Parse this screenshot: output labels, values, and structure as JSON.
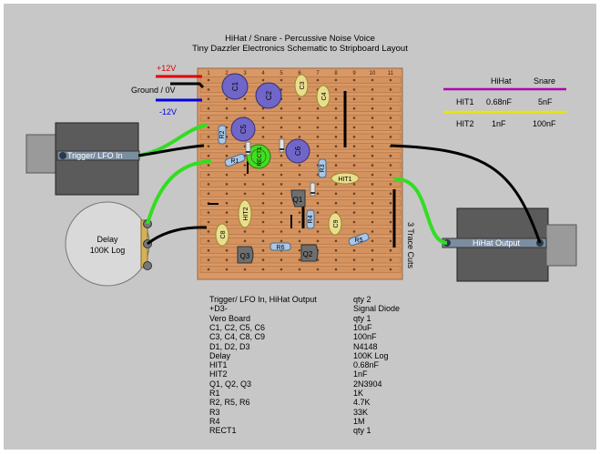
{
  "titles": {
    "line1": "HiHat / Snare - Percussive Noise Voice",
    "line2": "Tiny Dazzler Electronics Schematic to Stripboard Layout"
  },
  "power": {
    "plus12": "+12V",
    "ground": "Ground / 0V",
    "minus12": "-12V",
    "colors": {
      "plus12": "#e00000",
      "ground": "#000000",
      "minus12": "#0000e0"
    }
  },
  "jacks": {
    "trigger_in": "Trigger/ LFO In",
    "output": "HiHat Output",
    "pot_line1": "Delay",
    "pot_line2": "100K Log"
  },
  "board": {
    "columns": [
      "1",
      "2",
      "3",
      "4",
      "5",
      "6",
      "7",
      "8",
      "9",
      "10",
      "11"
    ],
    "trace_cuts": "3 Trace Cuts",
    "strip_color": "#d4925e",
    "components": {
      "c1": "C1",
      "c2": "C2",
      "c3": "C3",
      "c4": "C4",
      "c5": "C5",
      "c6": "C6",
      "c8": "C8",
      "c9": "C9",
      "r1": "R1",
      "r2": "R2",
      "r3": "R3",
      "r4": "R4",
      "r5": "R5",
      "r6": "R6",
      "q1": "Q1",
      "q2": "Q2",
      "q3": "Q3",
      "rect1": "RECT1",
      "hit1": "HIT1",
      "hit2": "HIT2"
    }
  },
  "value_table": {
    "headers": [
      "HiHat",
      "Snare"
    ],
    "rows": [
      {
        "name": "HIT1",
        "hihat": "0.68nF",
        "snare": "5nF",
        "color": "#b000b0"
      },
      {
        "name": "HIT2",
        "hihat": "1nF",
        "snare": "100nF",
        "color": "#e8e800"
      }
    ]
  },
  "bom": [
    {
      "name": "Trigger/ LFO In, HiHat Output",
      "value": "qty 2"
    },
    {
      "name": "+D3-",
      "value": "Signal Diode"
    },
    {
      "name": "Vero Board",
      "value": "qty 1"
    },
    {
      "name": "C1, C2, C5, C6",
      "value": "10uF"
    },
    {
      "name": "C3, C4, C8, C9",
      "value": "100nF"
    },
    {
      "name": "D1, D2, D3",
      "value": "N4148"
    },
    {
      "name": "Delay",
      "value": "100K Log"
    },
    {
      "name": "HIT1",
      "value": "0.68nF"
    },
    {
      "name": "HIT2",
      "value": "1nF"
    },
    {
      "name": "Q1, Q2, Q3",
      "value": "2N3904"
    },
    {
      "name": "R1",
      "value": "1K"
    },
    {
      "name": "R2, R5, R6",
      "value": "4.7K"
    },
    {
      "name": "R3",
      "value": "33K"
    },
    {
      "name": "R4",
      "value": "1M"
    },
    {
      "name": "RECT1",
      "value": "qty 1"
    }
  ]
}
